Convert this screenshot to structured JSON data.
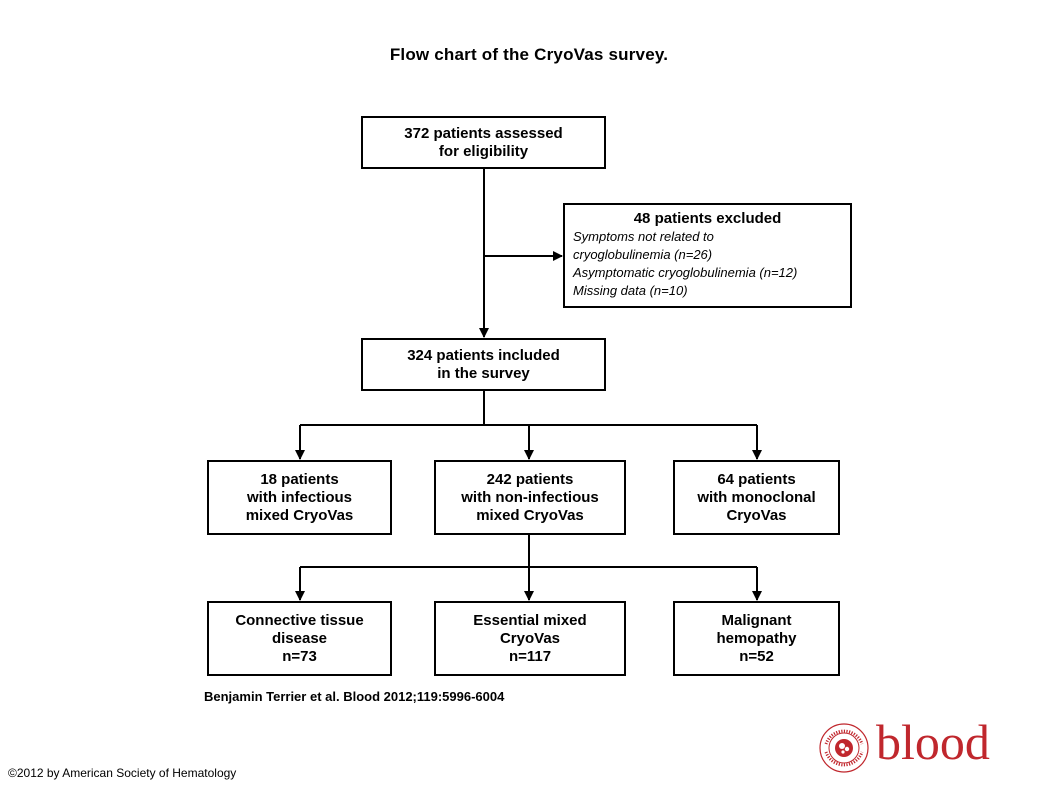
{
  "title": "Flow chart of the CryoVas survey.",
  "boxes": {
    "assessed": {
      "line1": "372 patients assessed",
      "line2": "for eligibility"
    },
    "excluded": {
      "head": "48 patients excluded",
      "items": [
        "Symptoms not related to",
        "cryoglobulinemia (n=26)",
        "Asymptomatic cryoglobulinemia (n=12)",
        "Missing data (n=10)"
      ]
    },
    "included": {
      "line1": "324 patients included",
      "line2": "in the survey"
    },
    "infectious": {
      "line1": "18 patients",
      "line2": "with infectious",
      "line3": "mixed CryoVas"
    },
    "noninfectious": {
      "line1": "242 patients",
      "line2": "with non-infectious",
      "line3": "mixed CryoVas"
    },
    "monoclonal": {
      "line1": "64 patients",
      "line2": "with monoclonal",
      "line3": "CryoVas"
    },
    "connective": {
      "line1": "Connective tissue",
      "line2": "disease",
      "line3": "n=73"
    },
    "essential": {
      "line1": "Essential mixed",
      "line2": "CryoVas",
      "line3": "n=117"
    },
    "malignant": {
      "line1": "Malignant",
      "line2": "hemopathy",
      "line3": "n=52"
    }
  },
  "citation": "Benjamin Terrier et al. Blood 2012;119:5996-6004",
  "copyright": "©2012 by American Society of Hematology",
  "logo": {
    "word": "blood",
    "seal_text": "AMERICAN SOCIETY OF HEMATOLOGY",
    "color": "#c0272d"
  }
}
